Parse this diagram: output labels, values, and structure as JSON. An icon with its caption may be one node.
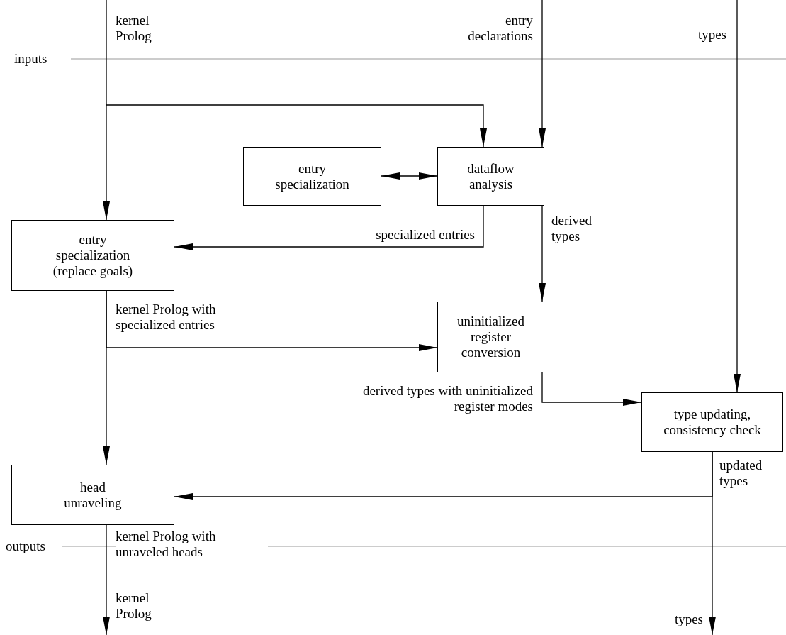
{
  "diagram": {
    "nodes": [
      {
        "text": [
          "entry specialization"
        ]
      },
      {
        "text": [
          "dataflow analysis"
        ]
      },
      {
        "text": [
          "entry specialization (replace goals)"
        ]
      },
      {
        "text": [
          "uninitialized register conversion"
        ]
      },
      {
        "text": [
          "type updating, consistency check"
        ]
      },
      {
        "text": [
          "head unraveling"
        ]
      }
    ],
    "edges": [
      {
        "from": null,
        "to": 2,
        "arrow": "to",
        "label": "kernel Prolog"
      },
      {
        "from": null,
        "to": 1,
        "arrow": "to"
      },
      {
        "from": null,
        "to": 1,
        "arrow": "to",
        "label": "entry declarations"
      },
      {
        "from": null,
        "to": 4,
        "arrow": "to",
        "label": "types"
      },
      {
        "from": 0,
        "to": 1,
        "arrow": "both"
      },
      {
        "from": 1,
        "to": 2,
        "arrow": "to",
        "label": "specialized entries"
      },
      {
        "from": 1,
        "to": 3,
        "arrow": "to",
        "label": "derived types"
      },
      {
        "from": 2,
        "to": 3,
        "arrow": "to"
      },
      {
        "from": 2,
        "to": 5,
        "arrow": "to",
        "label": "kernel Prolog with specialized entries"
      },
      {
        "from": 3,
        "to": 4,
        "arrow": "to",
        "label": "derived types with uninitialized register modes"
      },
      {
        "from": 4,
        "to": 5,
        "arrow": "to",
        "label": "updated types"
      },
      {
        "from": 4,
        "to": null,
        "arrow": "to",
        "label": "types"
      },
      {
        "from": 5,
        "to": null,
        "arrow": "to",
        "label": "kernel Prolog with unraveled heads"
      }
    ],
    "labels": [
      "inputs",
      "outputs",
      "kernel Prolog"
    ]
  }
}
